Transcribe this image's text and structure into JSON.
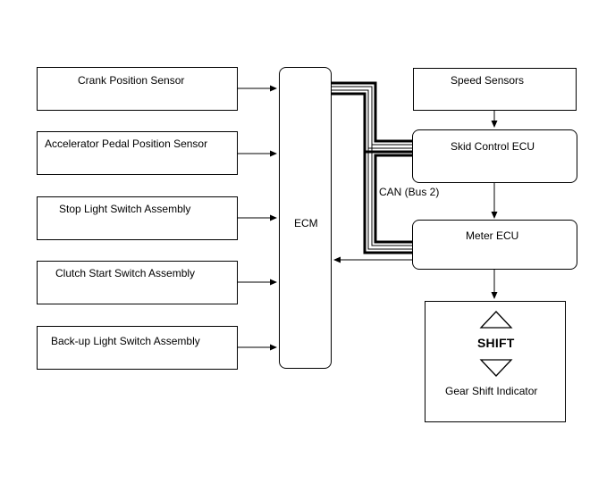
{
  "inputs": [
    {
      "label": "Crank Position Sensor"
    },
    {
      "label": "Accelerator Pedal Position Sensor"
    },
    {
      "label": "Stop Light Switch Assembly"
    },
    {
      "label": "Clutch Start Switch Assembly"
    },
    {
      "label": "Back-up Light Switch Assembly"
    }
  ],
  "ecm": {
    "label": "ECM"
  },
  "speed_sensors": {
    "label": "Speed Sensors"
  },
  "skid_control_ecu": {
    "label": "Skid Control ECU"
  },
  "meter_ecu": {
    "label": "Meter ECU"
  },
  "bus": {
    "label": "CAN (Bus 2)"
  },
  "indicator": {
    "shift_text": "SHIFT",
    "label": "Gear Shift Indicator",
    "up_icon": "triangle-up-icon",
    "down_icon": "triangle-down-icon"
  }
}
